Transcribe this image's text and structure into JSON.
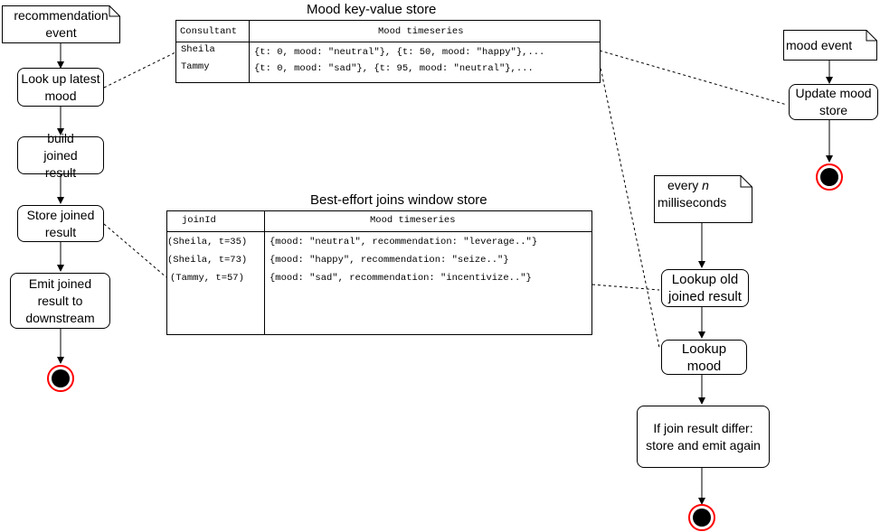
{
  "nodes": {
    "recommendation_event": "recommendation event",
    "look_up_latest_mood": "Look up latest mood",
    "build_joined_result": "build joined result",
    "store_joined_result": "Store joined result",
    "emit_joined_result": "Emit joined result to downstream",
    "mood_event": "mood event",
    "update_mood_store": "Update mood store",
    "every_n_prefix": "every ",
    "every_n_var": "n",
    "every_n_suffix": "milliseconds",
    "lookup_old_joined_result": "Lookup old joined result",
    "lookup_mood": "Lookup mood",
    "if_join_differ": "If join result differ: store and emit again"
  },
  "mood_store": {
    "title": "Mood key-value store",
    "headers": [
      "Consultant",
      "Mood timeseries"
    ],
    "rows": [
      {
        "key": "Sheila",
        "value": "{t: 0, mood: \"neutral\"}, {t: 50, mood: \"happy\"},..."
      },
      {
        "key": "Tammy",
        "value": "{t: 0, mood: \"sad\"}, {t: 95, mood: \"neutral\"},..."
      }
    ]
  },
  "joins_store": {
    "title": "Best-effort joins window store",
    "headers": [
      "joinId",
      "Mood timeseries"
    ],
    "rows": [
      {
        "key": "(Sheila, t=35)",
        "value": "{mood: \"neutral\", recommendation: \"leverage..\"}"
      },
      {
        "key": "(Sheila, t=73)",
        "value": "{mood: \"happy\", recommendation: \"seize..\"}"
      },
      {
        "key": "(Tammy, t=57)",
        "value": "{mood: \"sad\", recommendation: \"incentivize..\"}"
      }
    ]
  },
  "colors": {
    "end_ring": "#ff0000",
    "line": "#000000"
  }
}
